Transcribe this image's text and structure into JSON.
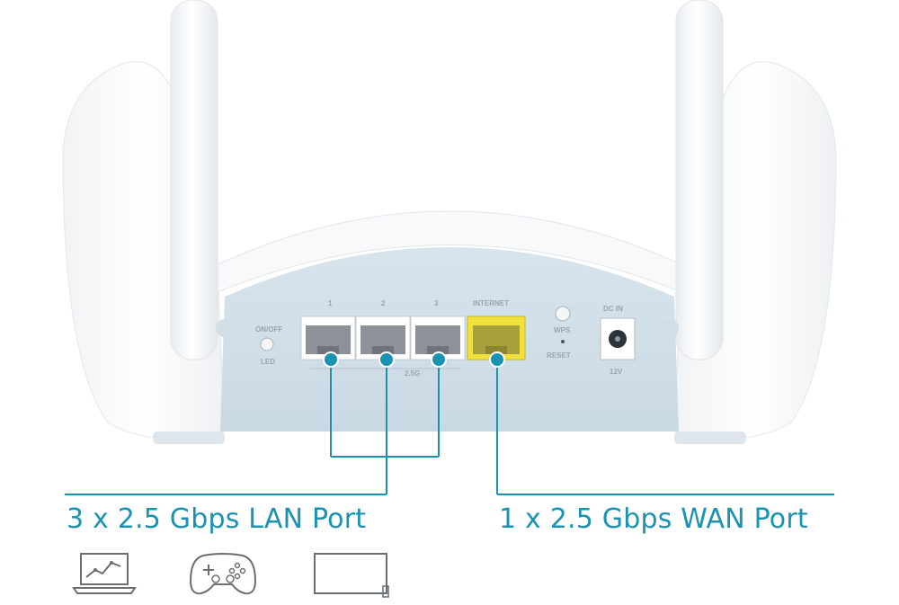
{
  "ports": {
    "lan_numbers": [
      "1",
      "2",
      "3"
    ],
    "lan_speed": "2.5G",
    "internet": "INTERNET",
    "wps": "WPS",
    "reset": "RESET",
    "onoff": "ON/OFF",
    "led": "LED",
    "dcin": "DC IN",
    "voltage": "12V"
  },
  "captions": {
    "lan": "3 x 2.5 Gbps LAN Port",
    "wan": "1 x 2.5 Gbps WAN Port"
  },
  "colors": {
    "accent": "#1a93b3",
    "wan_port": "#f0e23a",
    "body": "#dce7ee"
  },
  "icons": [
    "laptop-chart-icon",
    "gamepad-icon",
    "tv-icon"
  ]
}
